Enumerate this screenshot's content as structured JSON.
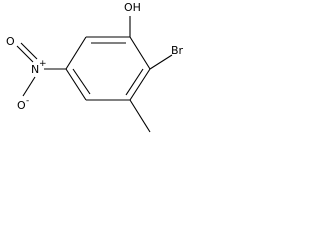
{
  "molecule": {
    "labels": {
      "hydroxyl": "OH",
      "bromo": "Br",
      "nitro_n": "N",
      "nitro_n_charge": "+",
      "nitro_o_double": "O",
      "nitro_o_single": "O",
      "nitro_o_charge": "-"
    }
  }
}
